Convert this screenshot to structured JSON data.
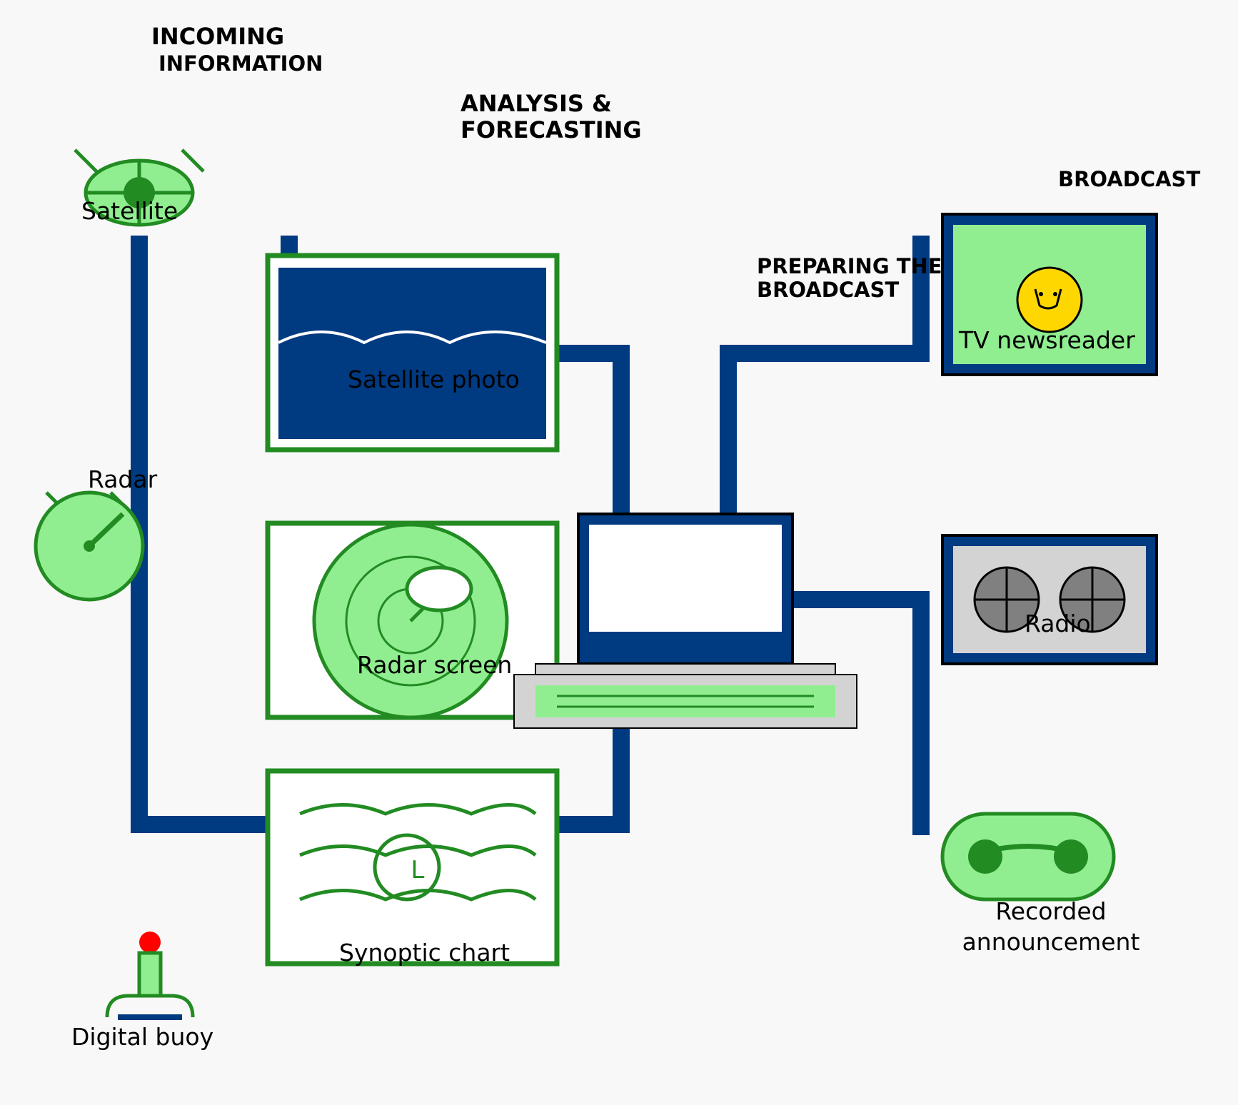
{
  "headings": {
    "incoming_line1": "INCOMING",
    "incoming_line2": "INFORMATION",
    "analysis_line1": "ANALYSIS &",
    "analysis_line2": "FORECASTING",
    "preparing_line1": "PREPARING THE",
    "preparing_line2": "BROADCAST",
    "broadcast": "BROADCAST"
  },
  "sources": {
    "satellite": "Satellite",
    "radar": "Radar",
    "buoy": "Digital buoy"
  },
  "analysis": {
    "satellite_photo": "Satellite photo",
    "radar_screen": "Radar screen",
    "synoptic_chart": "Synoptic chart",
    "low_pressure_symbol": "L"
  },
  "outputs": {
    "tv": "TV newsreader",
    "radio": "Radio",
    "recorded_line1": "Recorded",
    "recorded_line2": "announcement"
  },
  "colors": {
    "connector": "#003a80",
    "outline_green": "#228b22",
    "fill_light_green": "#90ee90",
    "buoy_light": "#ff0000",
    "face_yellow": "#ffd700",
    "panel_gray": "#d3d3d3"
  }
}
